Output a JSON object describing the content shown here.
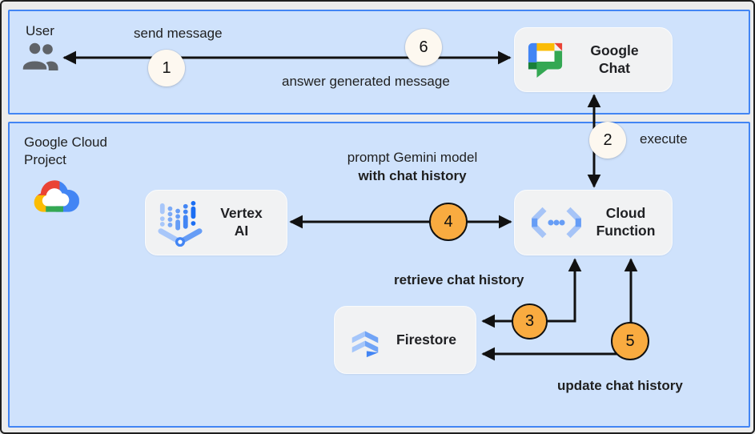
{
  "colors": {
    "canvas_bg": "#ececec",
    "canvas_border": "#1f1f1f",
    "zone_fill": "#cfe2fc",
    "zone_border": "#4285f4",
    "node_fill": "#f1f2f3",
    "badge_cream": "#fdf8f0",
    "badge_orange": "#f9ab40",
    "arrow": "#111111",
    "text": "#1f1f1f",
    "google_blue": "#4285f4",
    "google_red": "#ea4335",
    "google_yellow": "#fbbc04",
    "google_green": "#34a853"
  },
  "zones": {
    "user": {
      "label": "User"
    },
    "gcp": {
      "label": "Google Cloud Project"
    }
  },
  "nodes": {
    "google_chat": {
      "label": "Google Chat"
    },
    "vertex_ai": {
      "label": "Vertex AI"
    },
    "cloud_function": {
      "label": "Cloud Function"
    },
    "firestore": {
      "label": "Firestore"
    }
  },
  "steps": [
    {
      "num": "1",
      "label": "send message"
    },
    {
      "num": "2",
      "label": "execute"
    },
    {
      "num": "3",
      "label": "retrieve chat history"
    },
    {
      "num": "4",
      "label": "prompt Gemini model",
      "label2": "with chat history"
    },
    {
      "num": "5",
      "label": "update chat history"
    },
    {
      "num": "6",
      "label": "answer generated message"
    }
  ]
}
